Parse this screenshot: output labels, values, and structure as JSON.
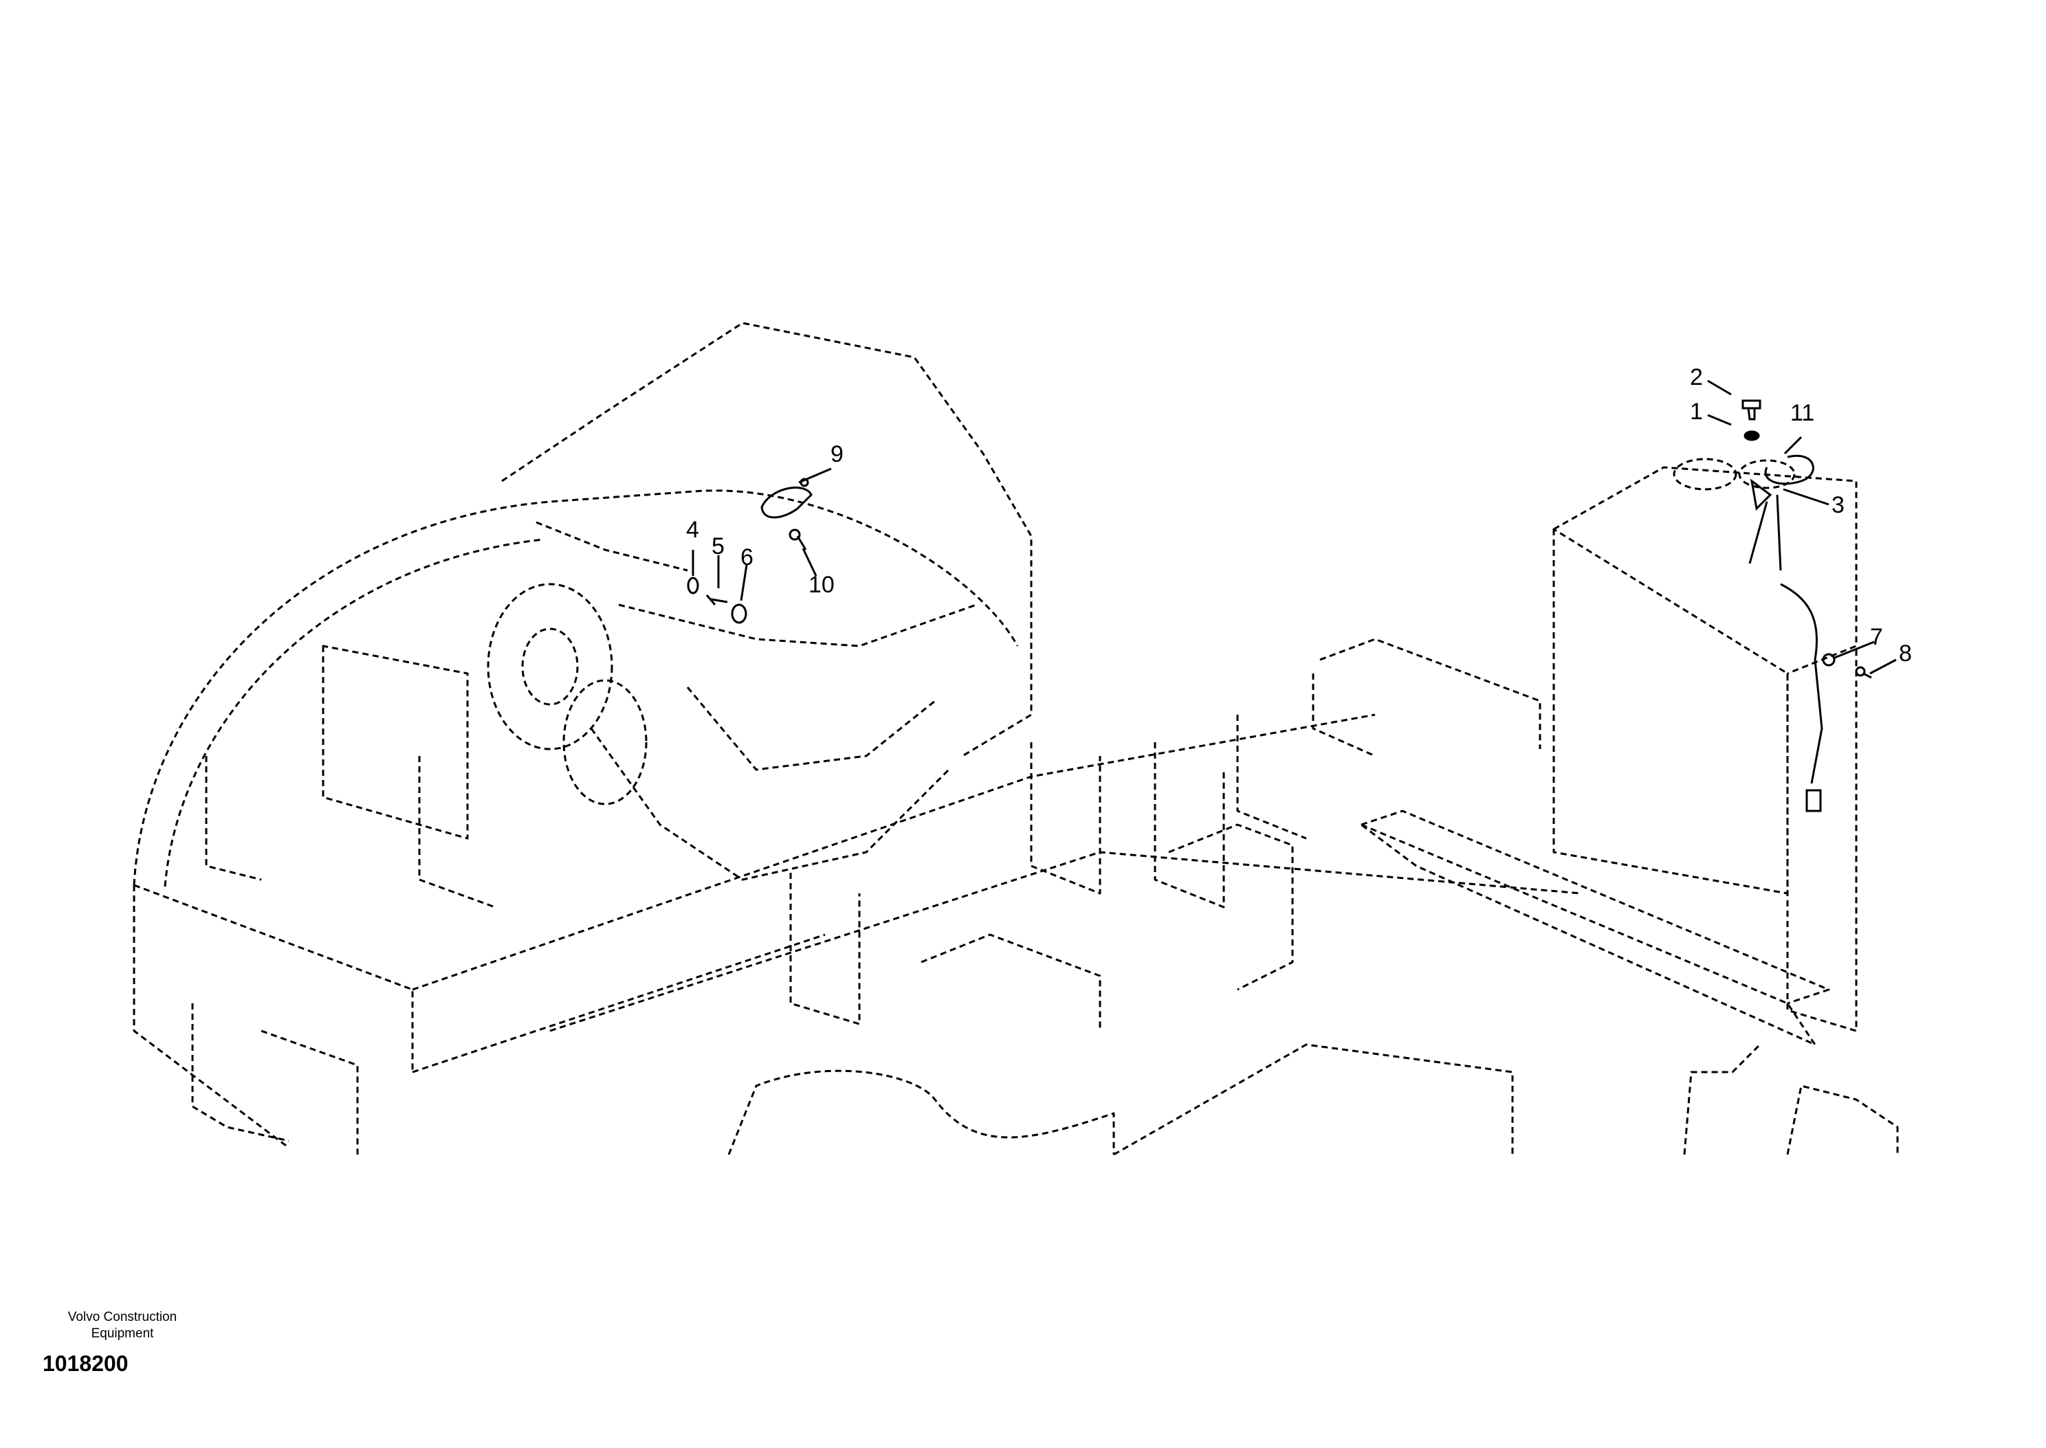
{
  "drawing": {
    "publisher_line1": "Volvo Construction",
    "publisher_line2": "Equipment",
    "document_number": "1018200"
  },
  "callouts": [
    {
      "id": "c1",
      "label": "1"
    },
    {
      "id": "c2",
      "label": "2"
    },
    {
      "id": "c3",
      "label": "3"
    },
    {
      "id": "c4",
      "label": "4"
    },
    {
      "id": "c5",
      "label": "5"
    },
    {
      "id": "c6",
      "label": "6"
    },
    {
      "id": "c7",
      "label": "7"
    },
    {
      "id": "c8",
      "label": "8"
    },
    {
      "id": "c9",
      "label": "9"
    },
    {
      "id": "c10",
      "label": "10"
    },
    {
      "id": "c11",
      "label": "11"
    }
  ],
  "style": {
    "line_color": "#000000",
    "background": "#ffffff"
  }
}
